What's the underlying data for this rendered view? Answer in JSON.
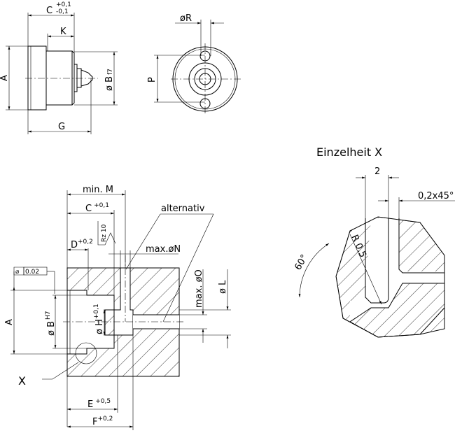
{
  "top_side_view": {
    "dim_C": "C",
    "dim_C_tol_upper": "+0,1",
    "dim_C_tol_lower": "-0,1",
    "dim_K": "K",
    "dim_A": "A",
    "dim_B": "ø B",
    "dim_B_fit": "f7",
    "dim_G": "G"
  },
  "top_front_view": {
    "dim_R": "øR",
    "dim_P": "P"
  },
  "section_view": {
    "dim_M": "min. M",
    "dim_C": "C",
    "dim_C_tol": "+0,1",
    "roughness": "Rz 10",
    "dim_D": "D",
    "dim_D_tol": "+0,2",
    "tolerance_frame": "0.02",
    "dim_A": "A",
    "dim_B": "ø B",
    "dim_B_fit": "H7",
    "dim_H": "ø H",
    "dim_H_tol": "+0,1",
    "label_alternativ": "alternativ",
    "dim_N": "max.øN",
    "dim_O": "max. øO",
    "dim_L": "ø L",
    "detail_marker": "X",
    "dim_E": "E",
    "dim_E_tol": "+0,5",
    "dim_F": "F",
    "dim_F_tol": "+0,2"
  },
  "detail_view": {
    "title": "Einzelheit X",
    "dim_2": "2",
    "chamfer": "0,2x45°",
    "radius": "R 0.5",
    "angle": "60°"
  }
}
